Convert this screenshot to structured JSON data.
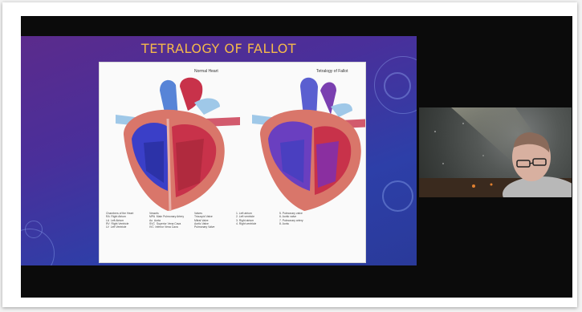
{
  "slide": {
    "title": "TETRALOGY OF FALLOT",
    "panel_left_title": "Normal Heart",
    "panel_right_title": "Tetralogy of Fallot",
    "legend_left_1": "Chambers of the Heart\nRA  Right Atrium\nLA  Left Atrium\nRV  Right Ventricle\nLV  Left Ventricle",
    "legend_left_2": "Vessels\nMPA  Main Pulmonary Artery\nAo  Aorta\nSVC  Superior Vena Cava\nIVC  Inferior Vena Cava",
    "legend_left_3": "Valves\nTricuspid Valve\nMitral Valve\nAortic Valve\nPulmonary Valve",
    "legend_right_1": "1. Left atrium\n2. Left ventricle\n3. Right atrium\n4. Right ventricle",
    "legend_right_2": "5. Pulmonary valve\n6. Aortic valve\n7. Pulmonary artery\n8. Aorta"
  },
  "webcam": {
    "label": "presenter-video"
  },
  "colors": {
    "title": "#f5b94a",
    "oxygenated": "#c8324a",
    "deoxygenated": "#3a3fc8"
  }
}
